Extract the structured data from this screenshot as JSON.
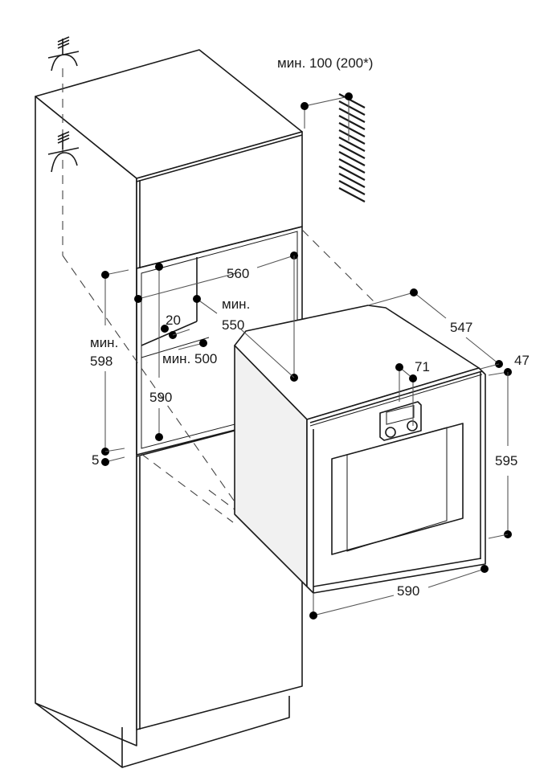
{
  "diagram": {
    "title": "Built-in oven installation dimensions (mm)",
    "labels": {
      "clearance_top": "мин. 100 (200*)",
      "niche_width": "560",
      "niche_depth_min_word": "мин.",
      "niche_depth_min_value": "550",
      "vent_gap": "20",
      "vent_depth": "мин. 500",
      "niche_height_min_word": "мин.",
      "niche_height_min_value": "598",
      "niche_height": "590",
      "base_gap": "5",
      "oven_depth": "547",
      "door_thickness": "47",
      "control_panel_offset": "71",
      "oven_height": "595",
      "oven_width": "590"
    },
    "symbols": [
      "electrical-outlet-upper",
      "electrical-outlet-lower",
      "wall-hatching"
    ]
  }
}
